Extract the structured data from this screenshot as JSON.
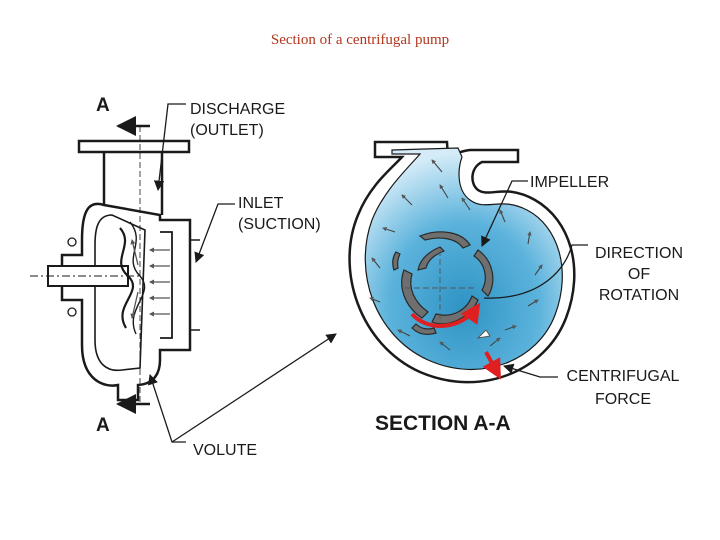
{
  "title": "Section of a centrifugal pump",
  "labels": {
    "section_mark_top": "A",
    "section_mark_bottom": "A",
    "discharge_line1": "DISCHARGE",
    "discharge_line2": "(OUTLET)",
    "inlet_line1": "INLET",
    "inlet_line2": "(SUCTION)",
    "volute": "VOLUTE",
    "impeller": "IMPELLER",
    "direction_line1": "DIRECTION",
    "direction_line2": "OF",
    "direction_line3": "ROTATION",
    "centrifugal_line1": "CENTRIFUGAL",
    "centrifugal_line2": "FORCE",
    "section_caption": "SECTION A-A"
  },
  "colors": {
    "title": "#b2361d",
    "water_light": "#d5ecf8",
    "water_dark": "#2e93c4",
    "impeller": "#6f6f6f",
    "rotation_arrow": "#e02020",
    "outline": "#1a1a1a"
  }
}
